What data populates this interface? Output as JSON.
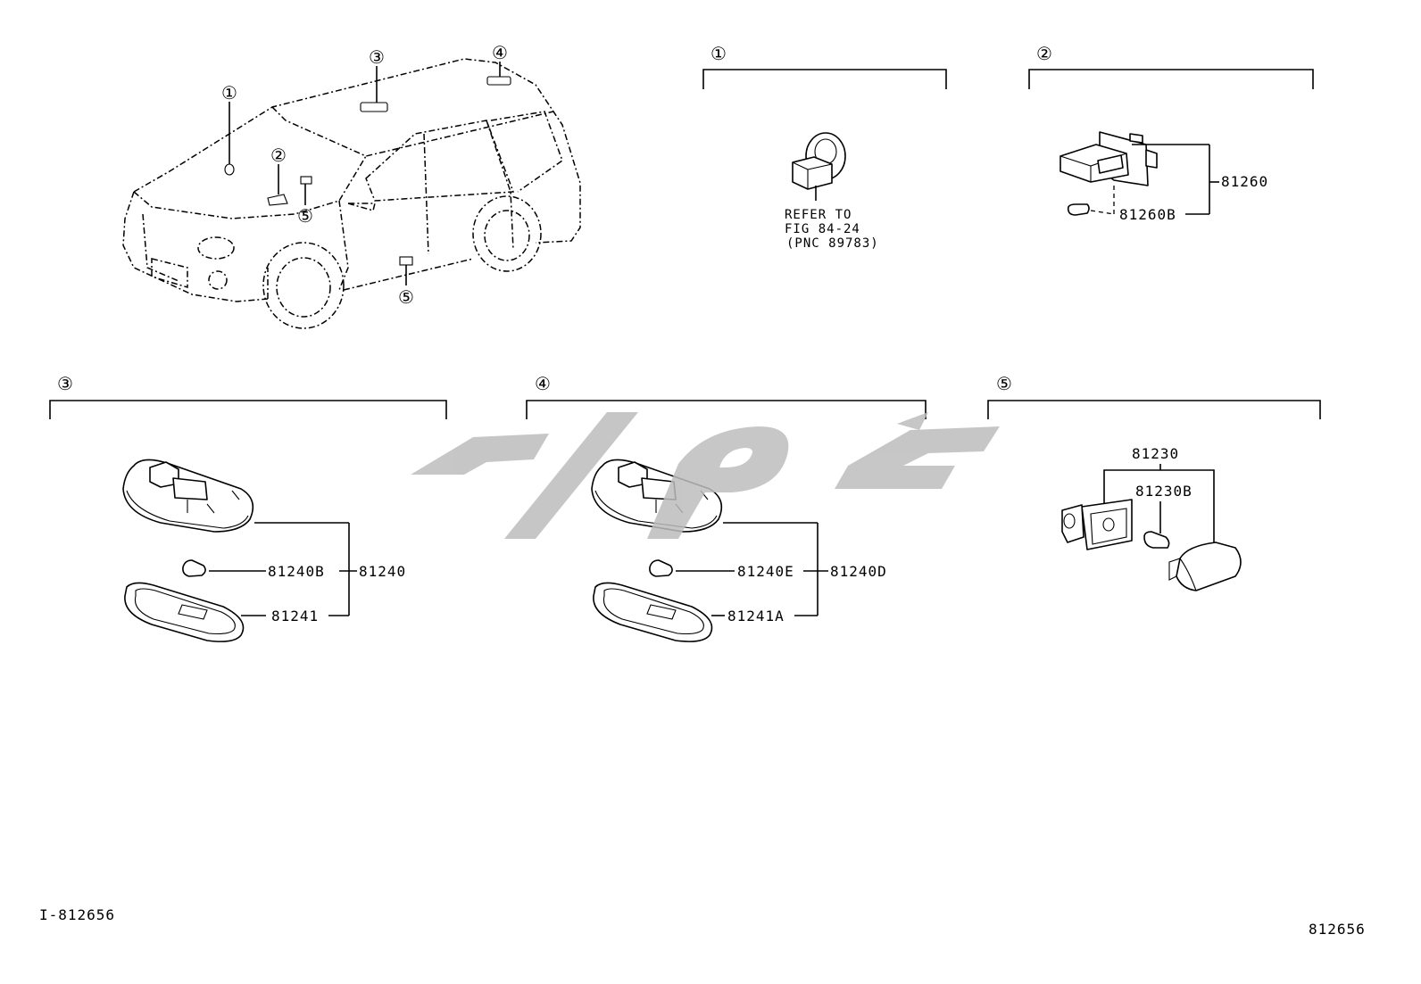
{
  "sections": [
    {
      "id": "1",
      "marker": "①",
      "text": [
        "REFER TO",
        "FIG 84-24",
        "(PNC 89783)"
      ]
    },
    {
      "id": "2",
      "marker": "②",
      "parts": {
        "assembly": "81260",
        "bulb": "81260B"
      }
    },
    {
      "id": "3",
      "marker": "③",
      "parts": {
        "assembly": "81240",
        "bulb": "81240B",
        "lens": "81241"
      }
    },
    {
      "id": "4",
      "marker": "④",
      "parts": {
        "assembly": "81240D",
        "bulb": "81240E",
        "lens": "81241A"
      }
    },
    {
      "id": "5",
      "marker": "⑤",
      "parts": {
        "assembly": "81230",
        "bulb": "81230B"
      }
    }
  ],
  "vehicle_markers": [
    "①",
    "②",
    "③",
    "④",
    "⑤",
    "⑤"
  ],
  "footer": {
    "left_code": "I-812656",
    "right_code": "812656"
  }
}
